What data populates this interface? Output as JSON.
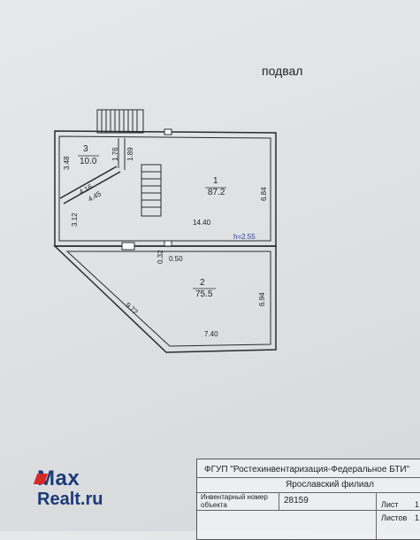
{
  "plan": {
    "title": "подвал",
    "rooms": [
      {
        "number": "3",
        "area": "10.0"
      },
      {
        "number": "1",
        "area": "87.2"
      },
      {
        "number": "2",
        "area": "75.5"
      }
    ],
    "dimensions": {
      "d348": "3.48",
      "d176": "1.76",
      "d189": "1.89",
      "d416": "4.16",
      "d445": "4.45",
      "d312": "3.12",
      "d684": "6.84",
      "d1440": "14.40",
      "height": "h=2.55",
      "d032": "0.32",
      "d050": "0.50",
      "d694": "6.94",
      "d972": "9.72",
      "d740": "7.40"
    }
  },
  "stamp": {
    "org": "ФГУП \"Ростехинвентаризация-Федеральное БТИ\"",
    "branch": "Ярославский филиал",
    "inv_label": "Инвентарный номер объекта",
    "inv_value": "28159",
    "sheet_label": "Лист",
    "sheet_value": "1",
    "sheets_label": "Листов",
    "sheets_value": "1"
  },
  "watermark": {
    "max": "Max",
    "realt": "Realt.ru"
  }
}
